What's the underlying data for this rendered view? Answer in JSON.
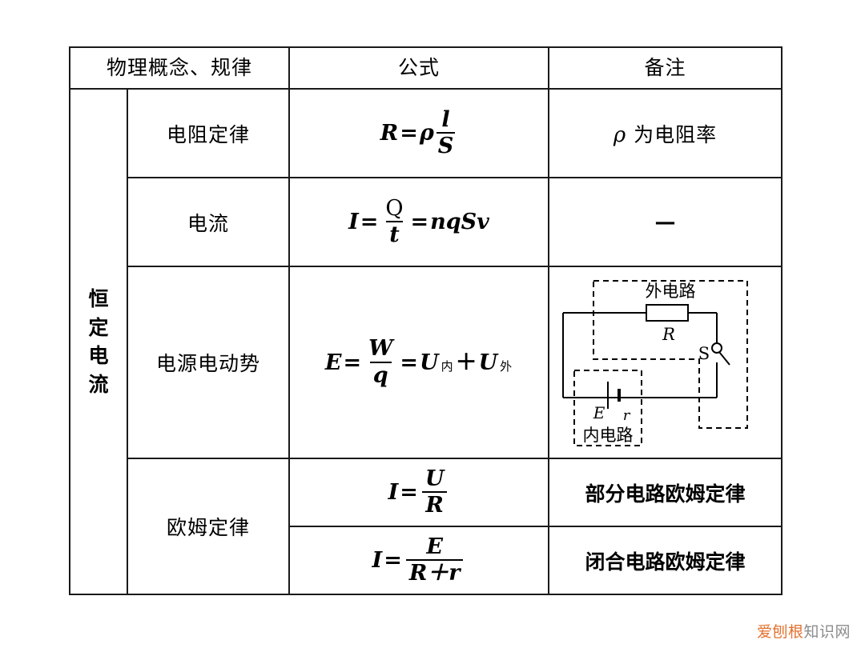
{
  "table": {
    "headers": {
      "concept": "物理概念、规律",
      "formula": "公式",
      "note": "备注"
    },
    "group_label": "恒定电流",
    "rows": [
      {
        "name": "电阻定律",
        "formula_parts": {
          "lhs": "R",
          "eq": "=",
          "rho": "ρ",
          "num": "l",
          "den": "S"
        },
        "note": "为电阻率",
        "note_symbol": "ρ"
      },
      {
        "name": "电流",
        "formula_parts": {
          "lhs": "I",
          "eq1": "=",
          "num": "Q",
          "den": "t",
          "eq2": "=",
          "rhs": "nqSv"
        },
        "note": "—"
      },
      {
        "name": "电源电动势",
        "formula_parts": {
          "lhs": "E",
          "eq1": "=",
          "num": "W",
          "den": "q",
          "eq2": "=",
          "u1": "U",
          "sub1": "内",
          "plus": "＋",
          "u2": "U",
          "sub2": "外"
        },
        "note": "circuit-diagram"
      },
      {
        "name": "欧姆定律",
        "sub_rows": [
          {
            "formula_parts": {
              "lhs": "I",
              "eq": "=",
              "num": "U",
              "den": "R"
            },
            "note": "部分电路欧姆定律"
          },
          {
            "formula_parts": {
              "lhs": "I",
              "eq": "=",
              "num": "E",
              "den": "R＋r"
            },
            "note": "闭合电路欧姆定律"
          }
        ]
      }
    ]
  },
  "circuit": {
    "outer_label": "外电路",
    "inner_label": "内电路",
    "resistor_label": "R",
    "switch_label": "S",
    "emf_label": "E",
    "internal_resistance_label": "r"
  },
  "watermark": {
    "orange_text": "爱刨根",
    "gray_text": "知识网",
    "orange_color": "#e3712f",
    "gray_color": "#8c8c8c"
  }
}
